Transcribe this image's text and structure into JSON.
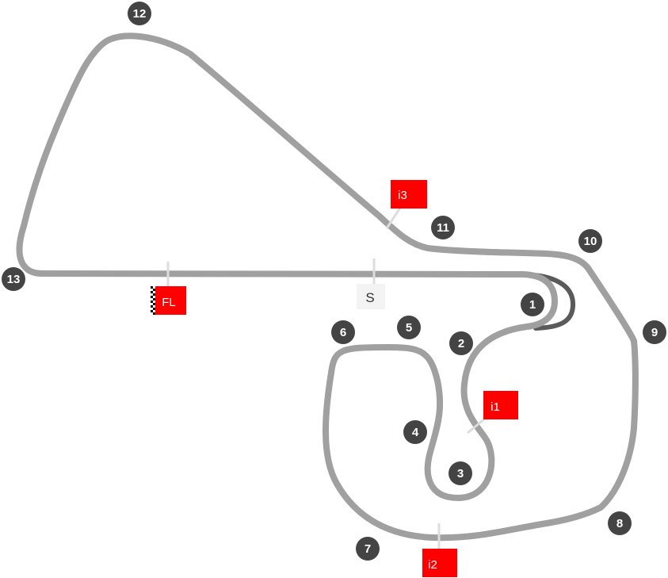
{
  "colors": {
    "track": "#a0a0a0",
    "pit_lane": "#5a5a5a",
    "turn_marker": "#444444",
    "sector_marker": "#ff0000",
    "start_marker_bg": "#f3f3f3",
    "marker_line": "#dddddd"
  },
  "turns": [
    "1",
    "2",
    "3",
    "4",
    "5",
    "6",
    "7",
    "8",
    "9",
    "10",
    "11",
    "12",
    "13"
  ],
  "sectors": {
    "i1": "i1",
    "i2": "i2",
    "i3": "i3"
  },
  "finish_line": "FL",
  "start": "S",
  "icons": {
    "finish": "checkered-flag-icon"
  }
}
